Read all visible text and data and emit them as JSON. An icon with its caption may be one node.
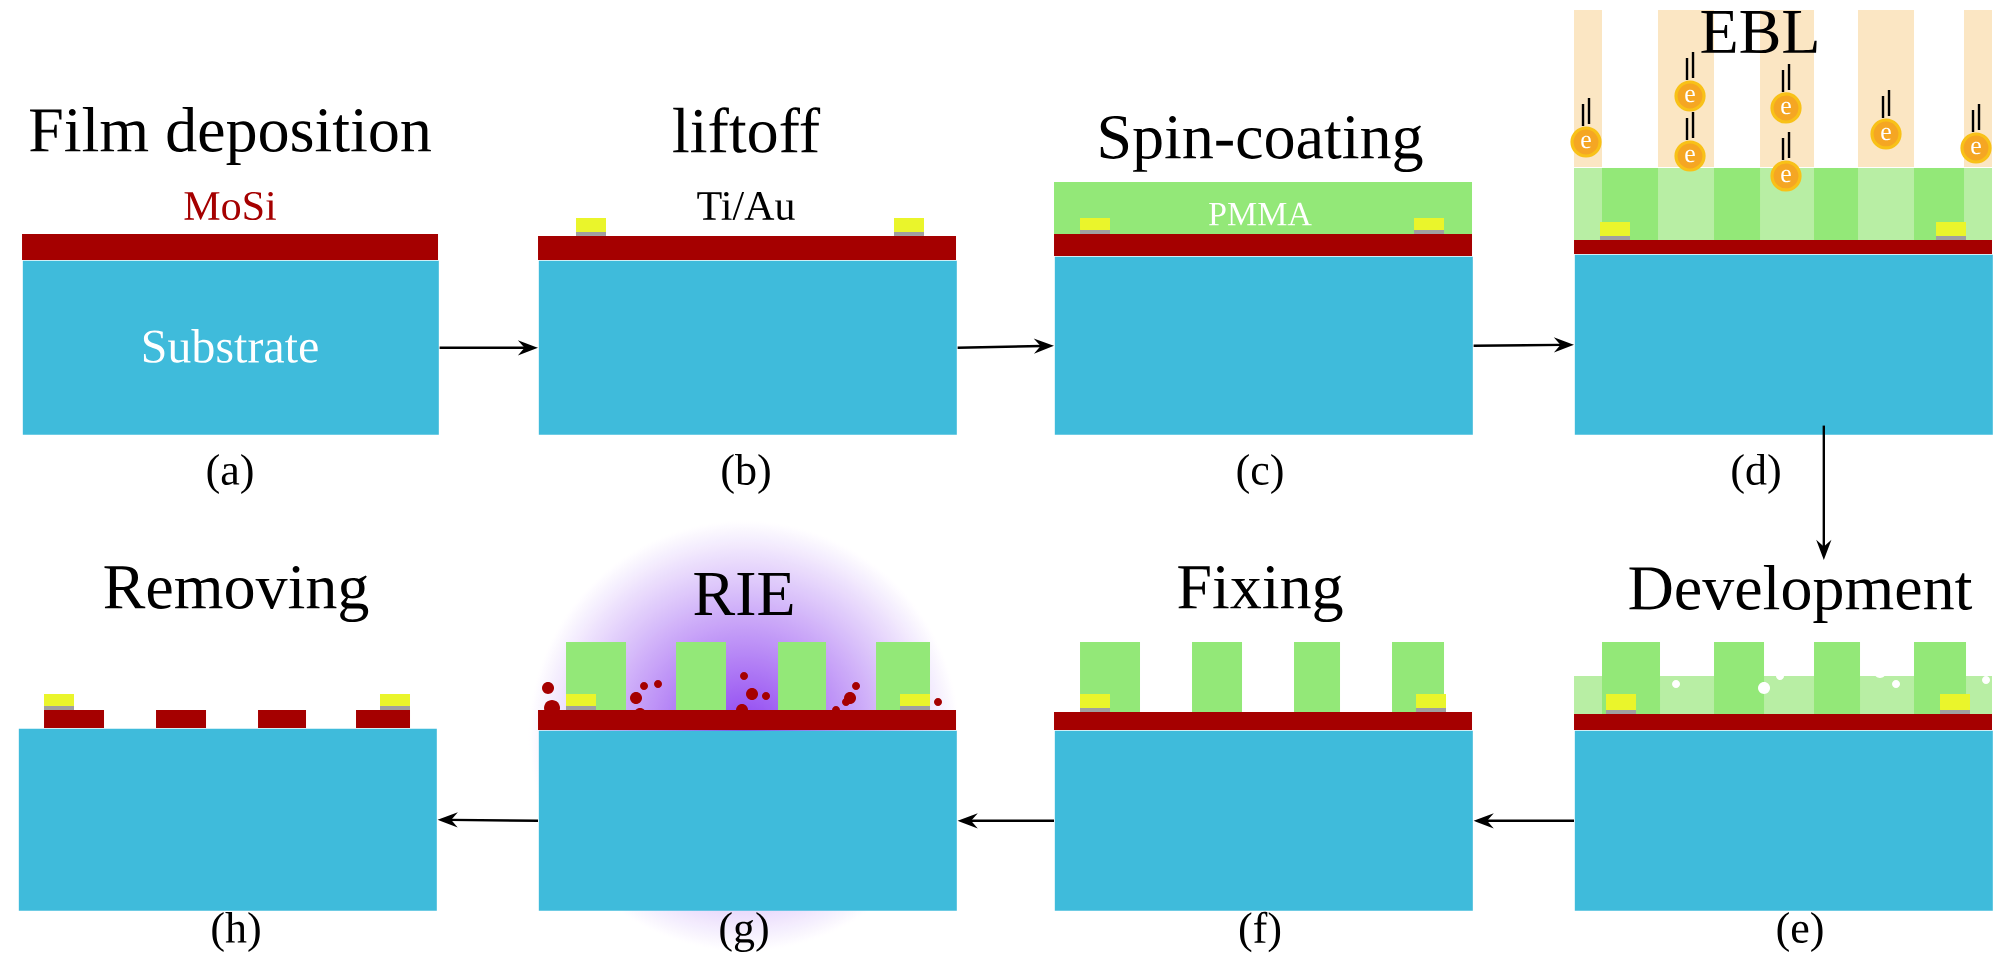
{
  "diagram": {
    "nodes": [
      {
        "text": [
          "Film deposition",
          "MoSi",
          "Substrate"
        ],
        "beside": [
          "(a)"
        ]
      },
      {
        "text": [
          "liftoff",
          "Ti/Au"
        ],
        "beside": [
          "(b)"
        ]
      },
      {
        "text": [
          "Spin-coating",
          "PMMA"
        ],
        "beside": [
          "(c)"
        ]
      },
      {
        "text": [
          "EBL"
        ],
        "beside": [
          "(d)"
        ]
      },
      {
        "text": [
          "Development"
        ],
        "beside": [
          "(e)"
        ]
      },
      {
        "text": [
          "Fixing"
        ],
        "beside": [
          "(f)"
        ]
      },
      {
        "text": [
          "RIE"
        ],
        "beside": [
          "(g)"
        ]
      },
      {
        "text": [
          "Removing"
        ],
        "beside": [
          "(h)"
        ]
      }
    ],
    "edges": [
      {
        "from": 0,
        "to": 1,
        "arrow": "to"
      },
      {
        "from": 1,
        "to": 2,
        "arrow": "to"
      },
      {
        "from": 2,
        "to": 3,
        "arrow": "to"
      },
      {
        "from": 3,
        "to": 4,
        "arrow": "to"
      },
      {
        "from": 4,
        "to": 5,
        "arrow": "to"
      },
      {
        "from": 5,
        "to": 6,
        "arrow": "to"
      },
      {
        "from": 6,
        "to": 7,
        "arrow": "to"
      }
    ],
    "labels": [
      "e",
      "e",
      "e",
      "e",
      "e",
      "e",
      "e"
    ]
  }
}
